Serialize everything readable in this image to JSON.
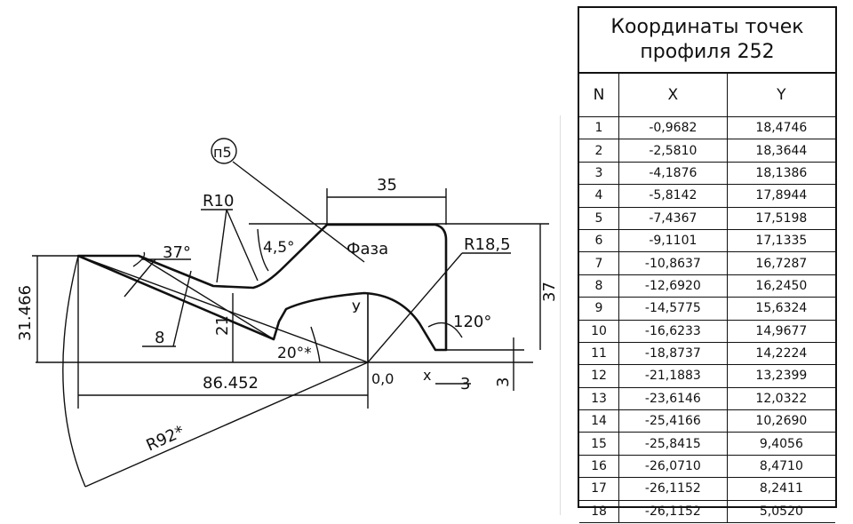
{
  "drawing": {
    "detail_number": "п5",
    "dim_35": "35",
    "dim_r10": "R10",
    "dim_37deg": "37°",
    "dim_45deg": "4,5°",
    "label_chamfer": "Фаза",
    "dim_r18_5": "R18,5",
    "dim_31_466": "31.466",
    "dim_37": "37",
    "dim_8": "8",
    "dim_21": "21",
    "label_y": "У",
    "dim_120deg": "120°",
    "dim_20deg": "20°*",
    "dim_86_452": "86.452",
    "label_origin": "0,0",
    "label_x": "х",
    "dim_3a": "3",
    "dim_3b": "3",
    "dim_r92": "R92*"
  },
  "table": {
    "title_line1": "Координаты точек",
    "title_line2": "профиля 252",
    "headers": [
      "N",
      "X",
      "Y"
    ],
    "rows": [
      [
        "1",
        "-0,9682",
        "18,4746"
      ],
      [
        "2",
        "-2,5810",
        "18,3644"
      ],
      [
        "3",
        "-4,1876",
        "18,1386"
      ],
      [
        "4",
        "-5,8142",
        "17,8944"
      ],
      [
        "5",
        "-7,4367",
        "17,5198"
      ],
      [
        "6",
        "-9,1101",
        "17,1335"
      ],
      [
        "7",
        "-10,8637",
        "16,7287"
      ],
      [
        "8",
        "-12,6920",
        "16,2450"
      ],
      [
        "9",
        "-14,5775",
        "15,6324"
      ],
      [
        "10",
        "-16,6233",
        "14,9677"
      ],
      [
        "11",
        "-18,8737",
        "14,2224"
      ],
      [
        "12",
        "-21,1883",
        "13,2399"
      ],
      [
        "13",
        "-23,6146",
        "12,0322"
      ],
      [
        "14",
        "-25,4166",
        "10,2690"
      ],
      [
        "15",
        "-25,8415",
        "9,4056"
      ],
      [
        "16",
        "-26,0710",
        "8,4710"
      ],
      [
        "17",
        "-26,1152",
        "8,2411"
      ],
      [
        "18",
        "-26,1152",
        "5,0520"
      ]
    ]
  }
}
